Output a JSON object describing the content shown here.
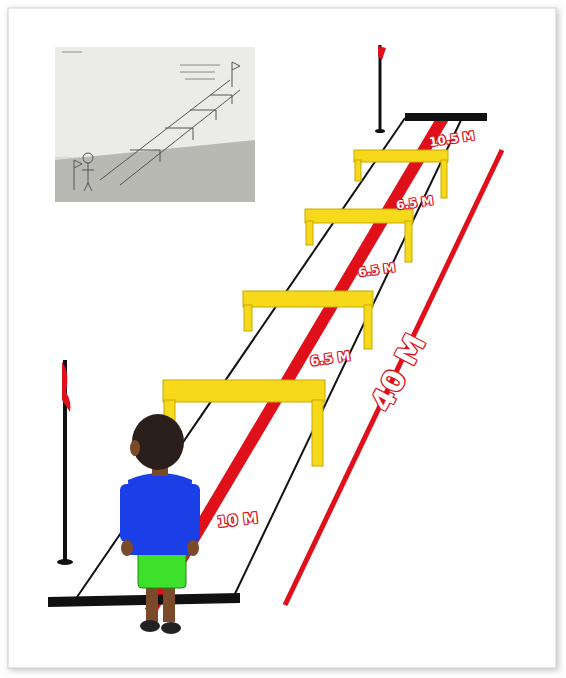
{
  "diagram": {
    "labels": [
      "10.5 M",
      "6.5 M",
      "6.5 M",
      "6.5 M",
      "40 M",
      "10 M"
    ]
  }
}
